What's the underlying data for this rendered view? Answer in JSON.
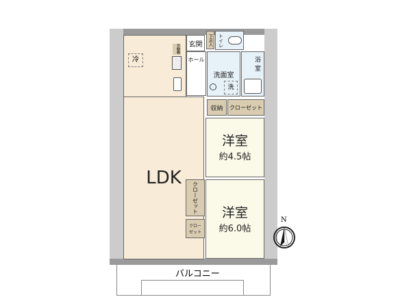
{
  "rooms": {
    "ldk": "LDK",
    "refrigerator": "冷",
    "shelf": "可動棚",
    "entrance": "玄関",
    "shoe_storage": "下足入",
    "toilet": "トイレ",
    "hall": "ホール",
    "washroom": "洗面室",
    "washer": "洗",
    "bathroom": "浴室",
    "storage": "収納",
    "closet": "クローゼット",
    "western_room_1": "洋室",
    "western_room_1_size": "約4.5帖",
    "western_room_2": "洋室",
    "western_room_2_size": "約6.0帖",
    "closet_2": "クローゼット",
    "closet_3": "クローゼット",
    "balcony": "バルコニー"
  },
  "compass": {
    "north": "N"
  }
}
